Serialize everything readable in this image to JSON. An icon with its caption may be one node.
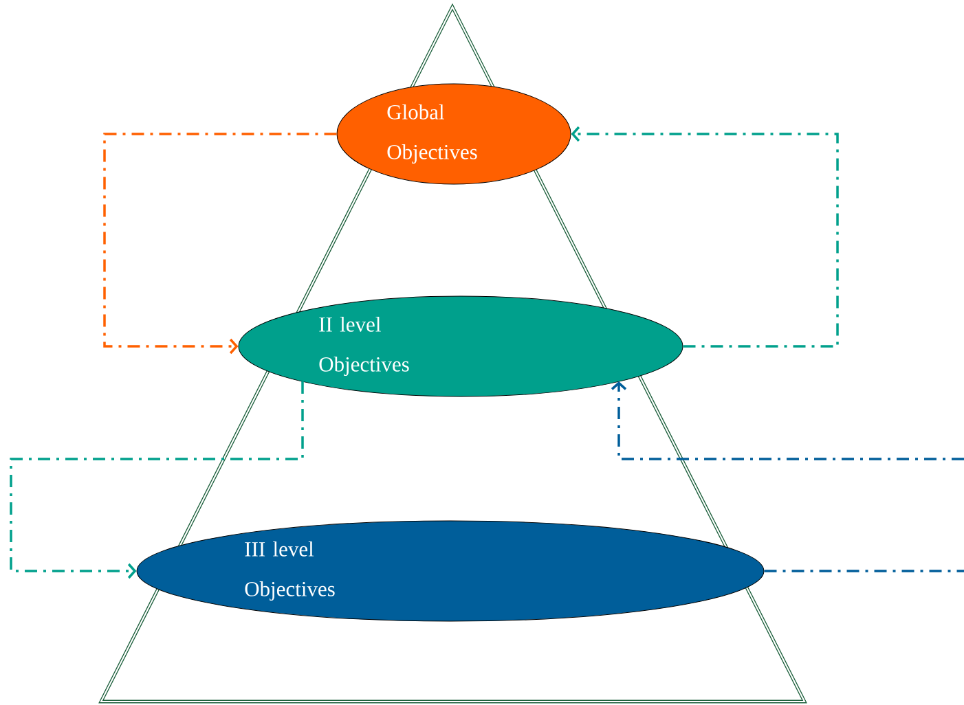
{
  "diagram": {
    "nodes": [
      {
        "text": [
          "Global Objectives"
        ]
      },
      {
        "text": [
          "II level Objectives"
        ]
      },
      {
        "text": [
          "III level Objectives"
        ]
      }
    ],
    "edges": [
      {
        "from": 0,
        "to": 1,
        "arrow": "to",
        "style": "dashed",
        "color": "#ff6000"
      },
      {
        "from": 1,
        "to": 0,
        "arrow": "to",
        "style": "dashed",
        "color": "#00a08c"
      },
      {
        "from": 1,
        "to": 2,
        "arrow": "to",
        "style": "dashed",
        "color": "#00a08c"
      },
      {
        "from": 2,
        "to": null,
        "arrow": "none",
        "style": "dashed",
        "color": "#005e9a"
      },
      {
        "from": null,
        "to": 1,
        "arrow": "to",
        "style": "dashed",
        "color": "#005e9a"
      }
    ]
  }
}
